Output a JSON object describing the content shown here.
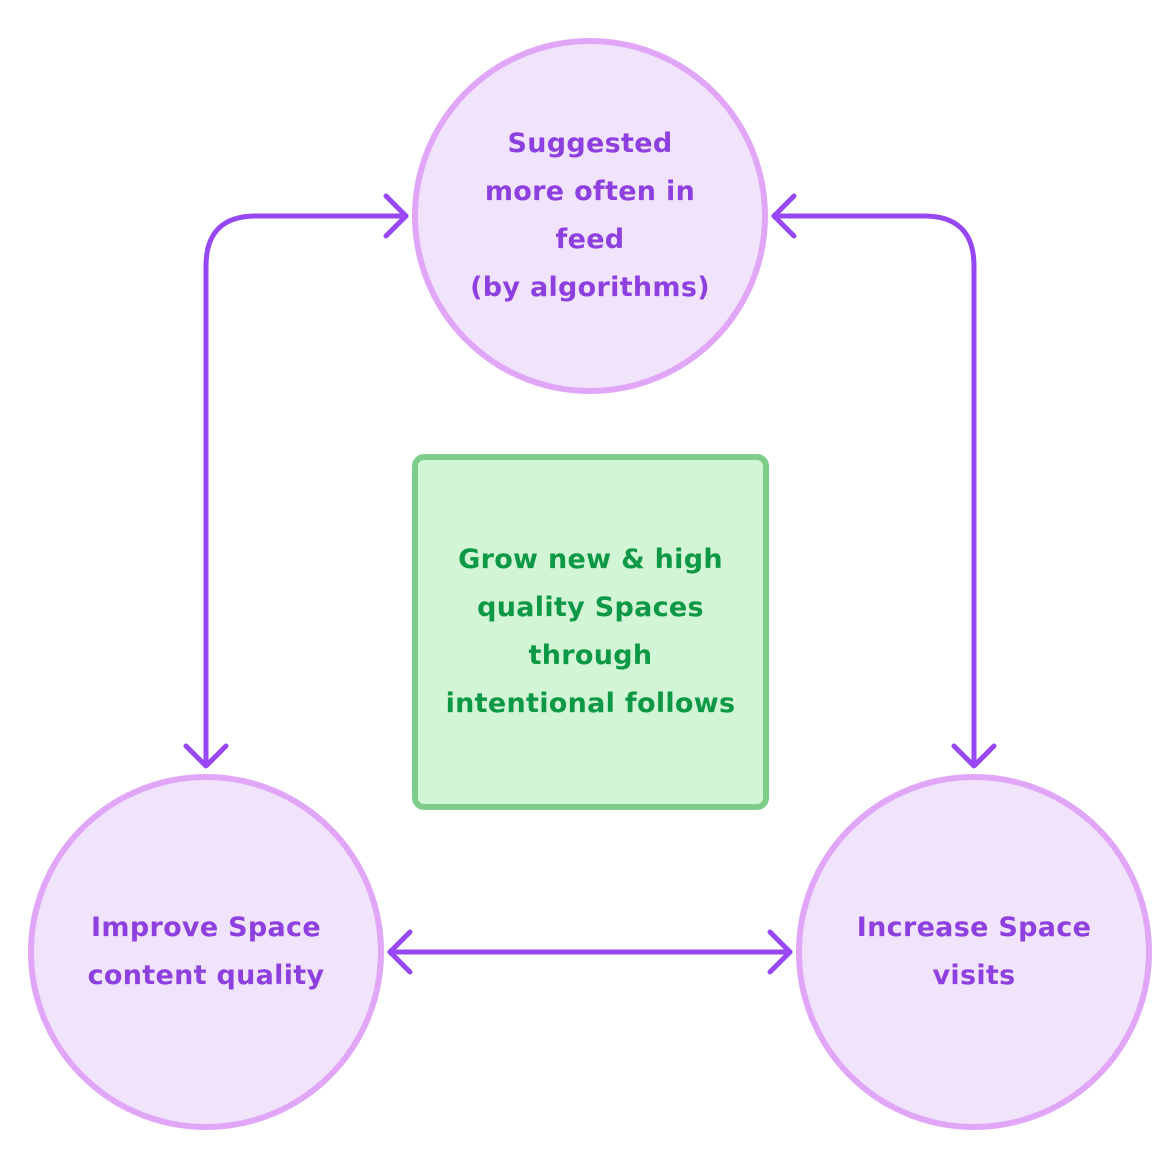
{
  "diagram": {
    "nodes": {
      "top": {
        "label": "Suggested\nmore often in\nfeed\n(by algorithms)"
      },
      "left": {
        "label": "Improve Space\ncontent quality"
      },
      "right": {
        "label": "Increase Space\nvisits"
      }
    },
    "center": {
      "label": "Grow new & high\nquality Spaces\nthrough\nintentional follows"
    },
    "colors": {
      "node_fill": "#f1e3fc",
      "node_stroke": "#e1a6f8",
      "node_text": "#8e3fe0",
      "arrow": "#9747f5",
      "center_fill": "#d1f5d5",
      "center_stroke": "#7fcd8b",
      "center_text": "#0c9845"
    },
    "edges": [
      {
        "from": "left",
        "to": "top",
        "bidirectional": true
      },
      {
        "from": "top",
        "to": "right",
        "bidirectional": true
      },
      {
        "from": "left",
        "to": "right",
        "bidirectional": true
      }
    ]
  }
}
